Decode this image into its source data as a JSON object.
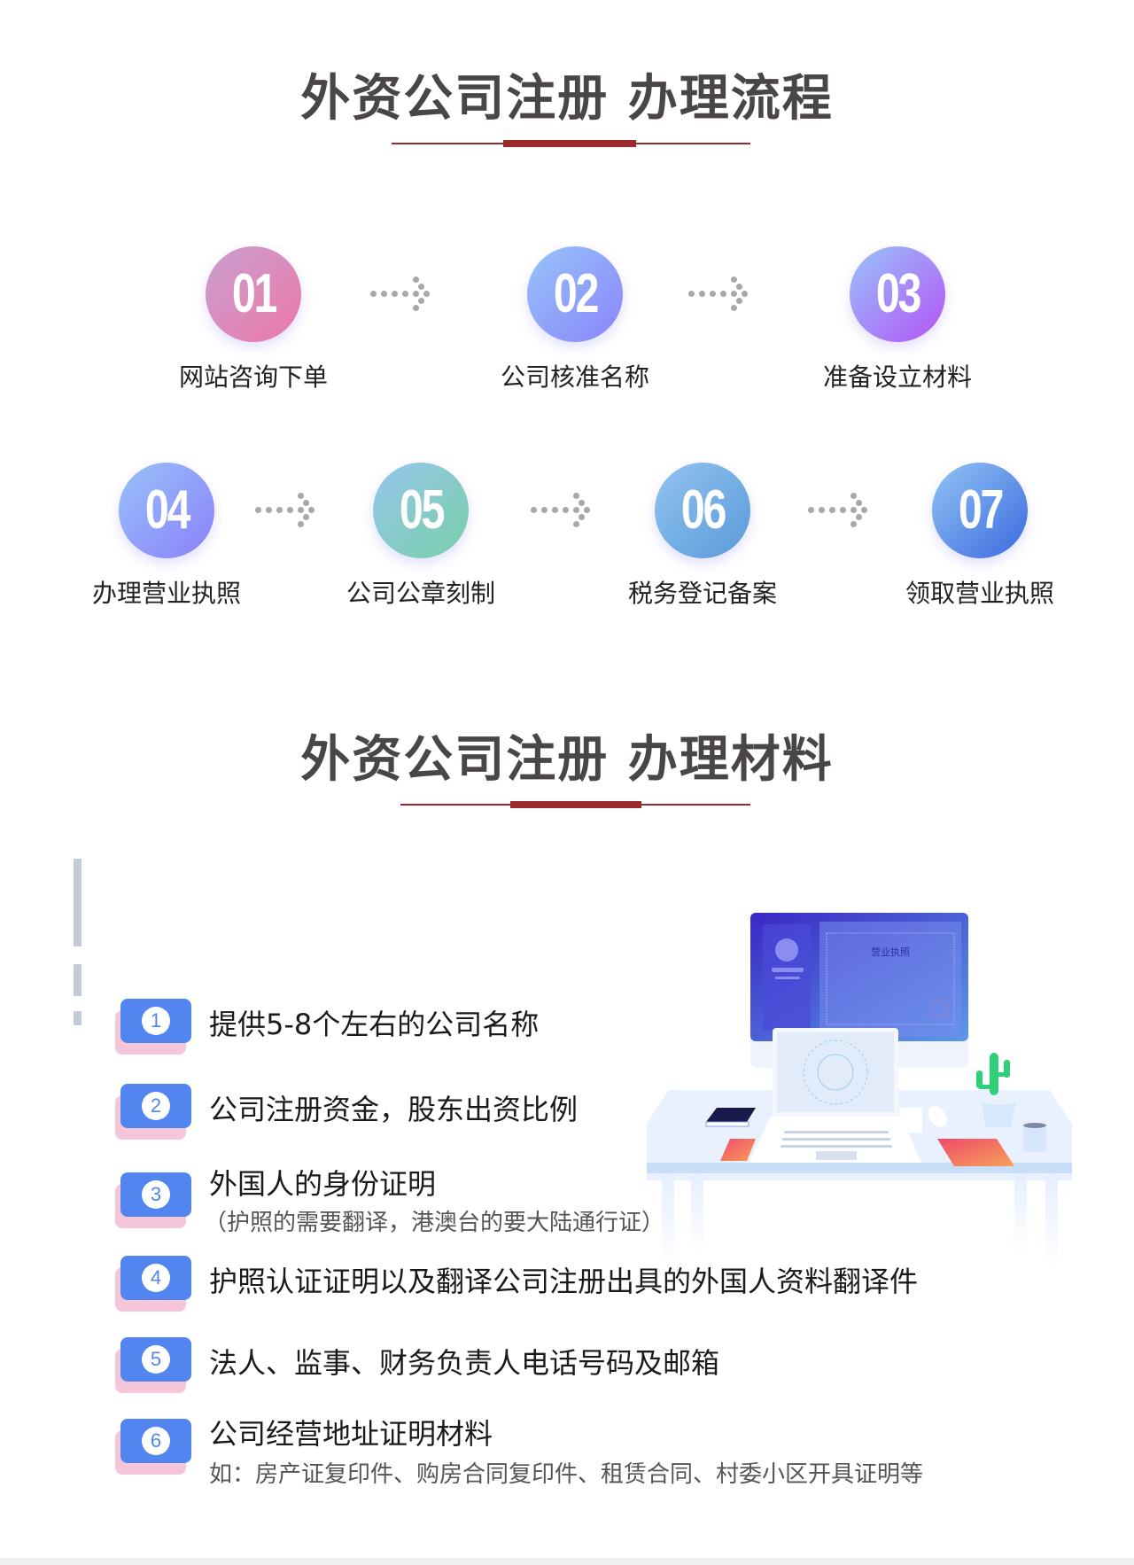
{
  "process": {
    "title": "外资公司注册 办理流程",
    "accent_color": "#9a2a2c",
    "steps": [
      {
        "num": "01",
        "label": "网站咨询下单",
        "gradient": [
          "#c99fd0",
          "#ec78a8"
        ]
      },
      {
        "num": "02",
        "label": "公司核准名称",
        "gradient": [
          "#96c4f8",
          "#8a84fb"
        ]
      },
      {
        "num": "03",
        "label": "准备设立材料",
        "gradient": [
          "#96c4f8",
          "#b653f7"
        ]
      },
      {
        "num": "04",
        "label": "办理营业执照",
        "gradient": [
          "#98c2f8",
          "#8a80fb"
        ]
      },
      {
        "num": "05",
        "label": "公司公章刻制",
        "gradient": [
          "#96c6ec",
          "#78cfa8"
        ]
      },
      {
        "num": "06",
        "label": "税务登记备案",
        "gradient": [
          "#92c4f0",
          "#5a9ada"
        ]
      },
      {
        "num": "07",
        "label": "领取营业执照",
        "gradient": [
          "#92c4f4",
          "#3a6ae0"
        ]
      }
    ]
  },
  "materials": {
    "title": "外资公司注册 办理材料",
    "badge_color": "#5285f0",
    "badge_shadow_color": "#f5c6da",
    "items": [
      {
        "num": "1",
        "text": "提供5-8个左右的公司名称",
        "sub": ""
      },
      {
        "num": "2",
        "text": "公司注册资金，股东出资比例",
        "sub": ""
      },
      {
        "num": "3",
        "text": "外国人的身份证明",
        "sub": "（护照的需要翻译，港澳台的要大陆通行证）"
      },
      {
        "num": "4",
        "text": "护照认证证明以及翻译公司注册出具的外国人资料翻译件",
        "sub": ""
      },
      {
        "num": "5",
        "text": "法人、监事、财务负责人电话号码及邮箱",
        "sub": ""
      },
      {
        "num": "6",
        "text": "公司经营地址证明材料",
        "sub": "如：房产证复印件、购房合同复印件、租赁合同、村委小区开具证明等"
      }
    ],
    "illustration": {
      "monitor_screen_text": "营业执照"
    }
  }
}
